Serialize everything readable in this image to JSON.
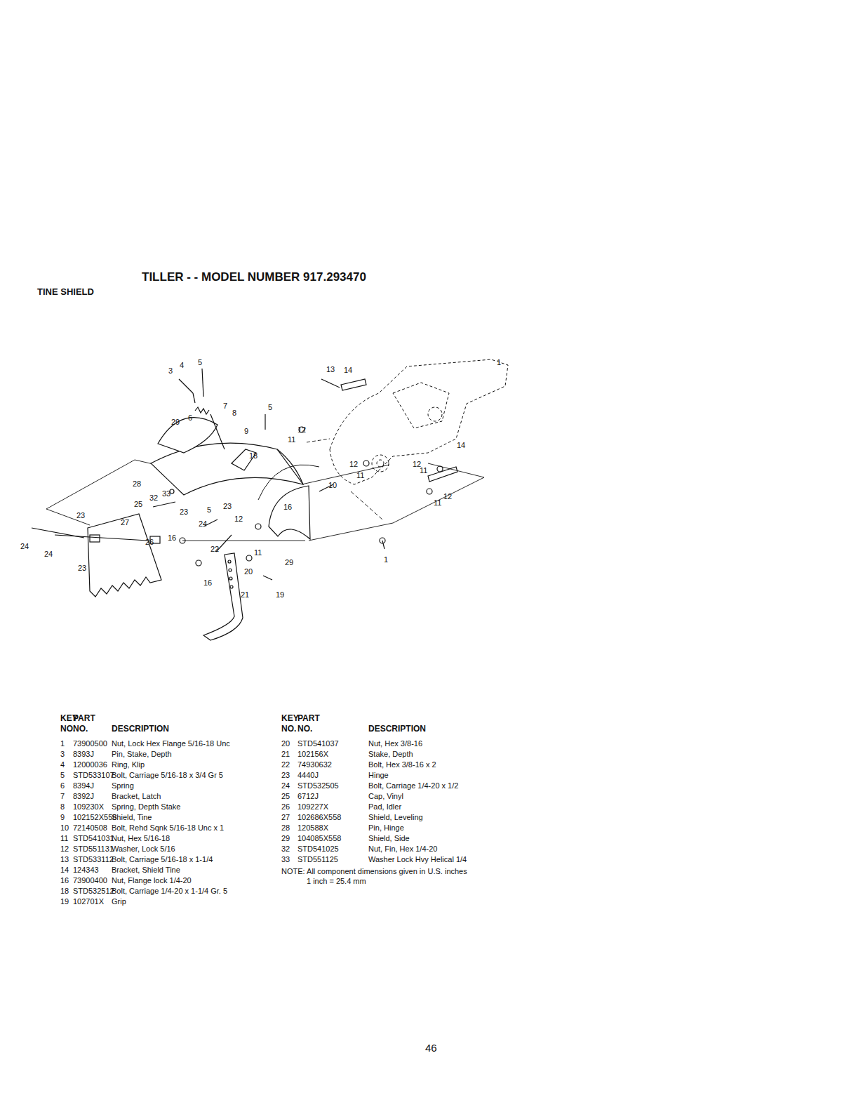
{
  "diagram": {
    "title": "TILLER - - MODEL NUMBER 917.293470",
    "labels": [
      "TINE SHIELD",
      "3",
      "4",
      "5",
      "13",
      "14",
      "1",
      "29",
      "6",
      "7",
      "8",
      "5",
      "9",
      "12",
      "11",
      "14",
      "28",
      "18",
      "12",
      "11",
      "10",
      "12",
      "11",
      "33",
      "32",
      "12",
      "11",
      "25",
      "23",
      "5",
      "23",
      "23",
      "16",
      "27",
      "24",
      "12",
      "26",
      "16",
      "22",
      "11",
      "1",
      "24",
      "24",
      "23",
      "20",
      "29",
      "16",
      "19",
      "21",
      "KEY",
      "PART",
      "NO.",
      "NO.",
      "DESCRIPTION",
      "KEY",
      "PART",
      "NO.",
      "NO.",
      "DESCRIPTION",
      "1",
      "73900500",
      "Nut, Lock Hex Flange 5/16-18 Unc",
      "3",
      "8393J",
      "Pin, Stake, Depth",
      "4",
      "12000036",
      "Ring, Klip",
      "5",
      "STD533107",
      "Bolt, Carriage 5/16-18 x 3/4 Gr 5",
      "6",
      "8394J",
      "Spring",
      "7",
      "8392J",
      "Bracket, Latch",
      "8",
      "109230X",
      "Spring, Depth Stake",
      "9",
      "102152X558",
      "Shield, Tine",
      "10",
      "72140508",
      "Bolt, Rehd Sqnk 5/16-18 Unc x 1",
      "11",
      "STD541031",
      "Nut, Hex 5/16-18",
      "12",
      "STD551131",
      "Washer, Lock 5/16",
      "13",
      "STD533112",
      "Bolt, Carriage 5/16-18 x 1-1/4",
      "14",
      "124343",
      "Bracket, Shield Tine",
      "16",
      "73900400",
      "Nut, Flange lock 1/4-20",
      "18",
      "STD532512",
      "Bolt, Carriage 1/4-20 x 1-1/4 Gr. 5",
      "19",
      "102701X",
      "Grip",
      "20",
      "STD541037",
      "Nut, Hex 3/8-16",
      "21",
      "102156X",
      "Stake, Depth",
      "22",
      "74930632",
      "Bolt, Hex 3/8-16 x 2",
      "23",
      "4440J",
      "Hinge",
      "24",
      "STD532505",
      "Bolt, Carriage 1/4-20 x 1/2",
      "25",
      "6712J",
      "Cap, Vinyl",
      "26",
      "109227X",
      "Pad, Idler",
      "27",
      "102686X558",
      "Shield, Leveling",
      "28",
      "120588X",
      "Pin, Hinge",
      "29",
      "104085X558",
      "Shield, Side",
      "32",
      "STD541025",
      "Nut, Fin, Hex 1/4-20",
      "33",
      "STD551125",
      "Washer Lock Hvy Helical 1/4",
      "NOTE: All component dimensions given in U.S. inches",
      "1 inch = 25.4 mm",
      "46"
    ]
  }
}
